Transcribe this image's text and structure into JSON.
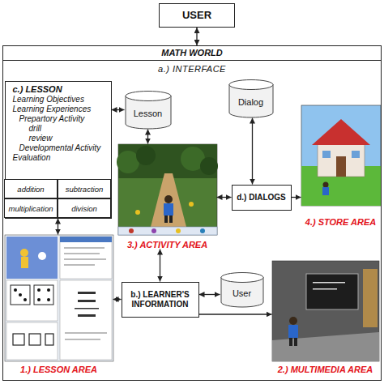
{
  "diagram": {
    "nodes": [
      {
        "text": [
          "USER"
        ]
      },
      {
        "text": [
          "MATH WORLD",
          "a.) INTERFACE"
        ]
      },
      {
        "text": [
          "c.) LESSON",
          "Learning Objectives",
          "Learning Experiences",
          "Prepartory Activity",
          "drill",
          "review",
          "Developmental Activity",
          "Evaluation"
        ],
        "in": 1
      },
      {
        "text": [
          "addition"
        ],
        "in": 2
      },
      {
        "text": [
          "subtraction"
        ],
        "in": 2
      },
      {
        "text": [
          "multiplication"
        ],
        "in": 2
      },
      {
        "text": [
          "division"
        ],
        "in": 2
      },
      {
        "text": [
          "Lesson"
        ],
        "in": 1
      },
      {
        "text": [
          "Dialog"
        ],
        "in": 1
      },
      {
        "text": [
          "3.) ACTIVITY AREA"
        ],
        "in": 1
      },
      {
        "text": [
          "d.) DIALOGS"
        ],
        "in": 1
      },
      {
        "text": [
          "4.) STORE AREA"
        ],
        "in": 1
      },
      {
        "text": [
          "1.) LESSON AREA"
        ],
        "in": 1
      },
      {
        "text": [
          "b.) LEARNER'S INFORMATION"
        ],
        "in": 1
      },
      {
        "text": [
          "User"
        ],
        "in": 1
      },
      {
        "text": [
          "2.) MULTIMEDIA AREA"
        ],
        "in": 1
      }
    ],
    "edges": [
      {
        "from": 0,
        "to": 1,
        "arrow": "both"
      },
      {
        "from": 2,
        "to": 7,
        "arrow": "both"
      },
      {
        "from": 7,
        "to": 9,
        "arrow": "both"
      },
      {
        "from": 2,
        "to": 12,
        "arrow": "both"
      },
      {
        "from": 9,
        "to": 10,
        "arrow": "both"
      },
      {
        "from": 8,
        "to": 10,
        "arrow": "both"
      },
      {
        "from": 10,
        "to": 11,
        "arrow": "to"
      },
      {
        "from": 9,
        "to": 13,
        "arrow": "both"
      },
      {
        "from": 12,
        "to": 13,
        "arrow": "both"
      },
      {
        "from": 13,
        "to": 14,
        "arrow": "both"
      },
      {
        "from": 13,
        "to": 15,
        "arrow": "to"
      }
    ]
  }
}
